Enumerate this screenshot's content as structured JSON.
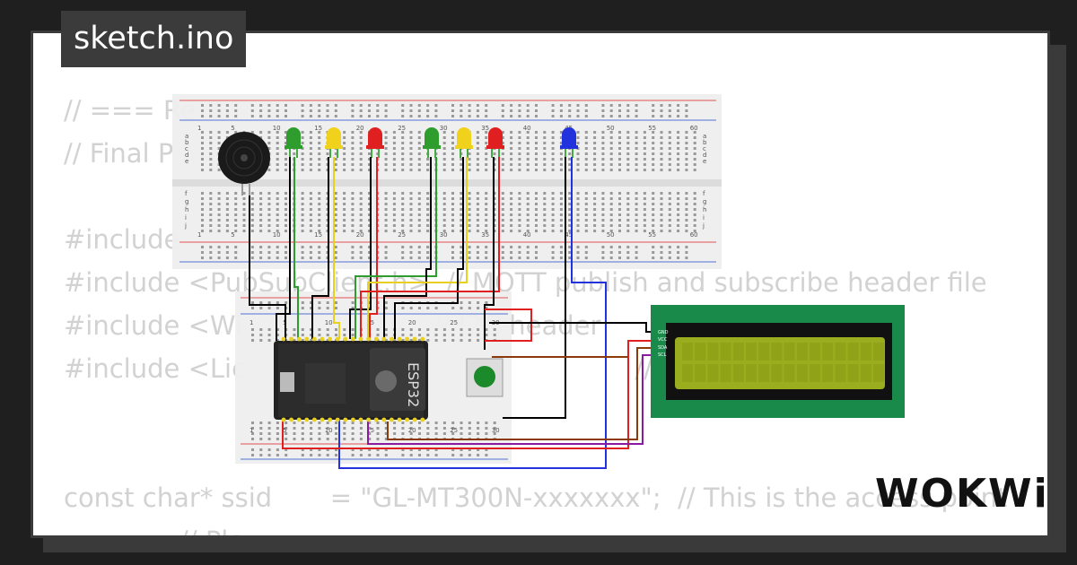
{
  "file_tab": {
    "label": "sketch.ino"
  },
  "code_lines": [
    "// === Re",
    "// Final P",
    "",
    "#include",
    "#include <PubSubClient.h>  // MQTT publish and subscribe header file",
    "#include <Wi                       // I2C header",
    "#include <Lic                                               // I2C",
    "",
    "",
    "const char* ssid       = \"GL-MT300N-xxxxxxx\";  // This is the access point",
    "              // Ple...                                 "
  ],
  "breadboard_top": {
    "column_numbers": [
      "1",
      "5",
      "10",
      "15",
      "20",
      "25",
      "30",
      "35",
      "40",
      "45",
      "50",
      "55",
      "60"
    ],
    "row_letters_top": [
      "a",
      "b",
      "c",
      "d",
      "e"
    ],
    "row_letters_bottom": [
      "f",
      "g",
      "h",
      "i",
      "j"
    ]
  },
  "breadboard_bottom": {
    "column_numbers": [
      "1",
      "5",
      "10",
      "15",
      "20",
      "25",
      "30"
    ]
  },
  "esp32": {
    "label": "ESP32"
  },
  "lcd": {
    "pin_labels": [
      "GND",
      "VCC",
      "SDA",
      "SCL"
    ],
    "screen_color": "#9aad1e",
    "board_color": "#1a8a4a"
  },
  "leds": [
    {
      "color": "#2e9d2e"
    },
    {
      "color": "#f0d21c"
    },
    {
      "color": "#e02020"
    },
    {
      "color": "#2e9d2e"
    },
    {
      "color": "#f0d21c"
    },
    {
      "color": "#e02020"
    },
    {
      "color": "#2233dd"
    }
  ],
  "brand": {
    "logo_text": "WOKWi"
  },
  "colors": {
    "background": "#1f1f1f",
    "card": "#ffffff",
    "code_text": "#d2d2d2",
    "tab": "#3b3b3b"
  }
}
